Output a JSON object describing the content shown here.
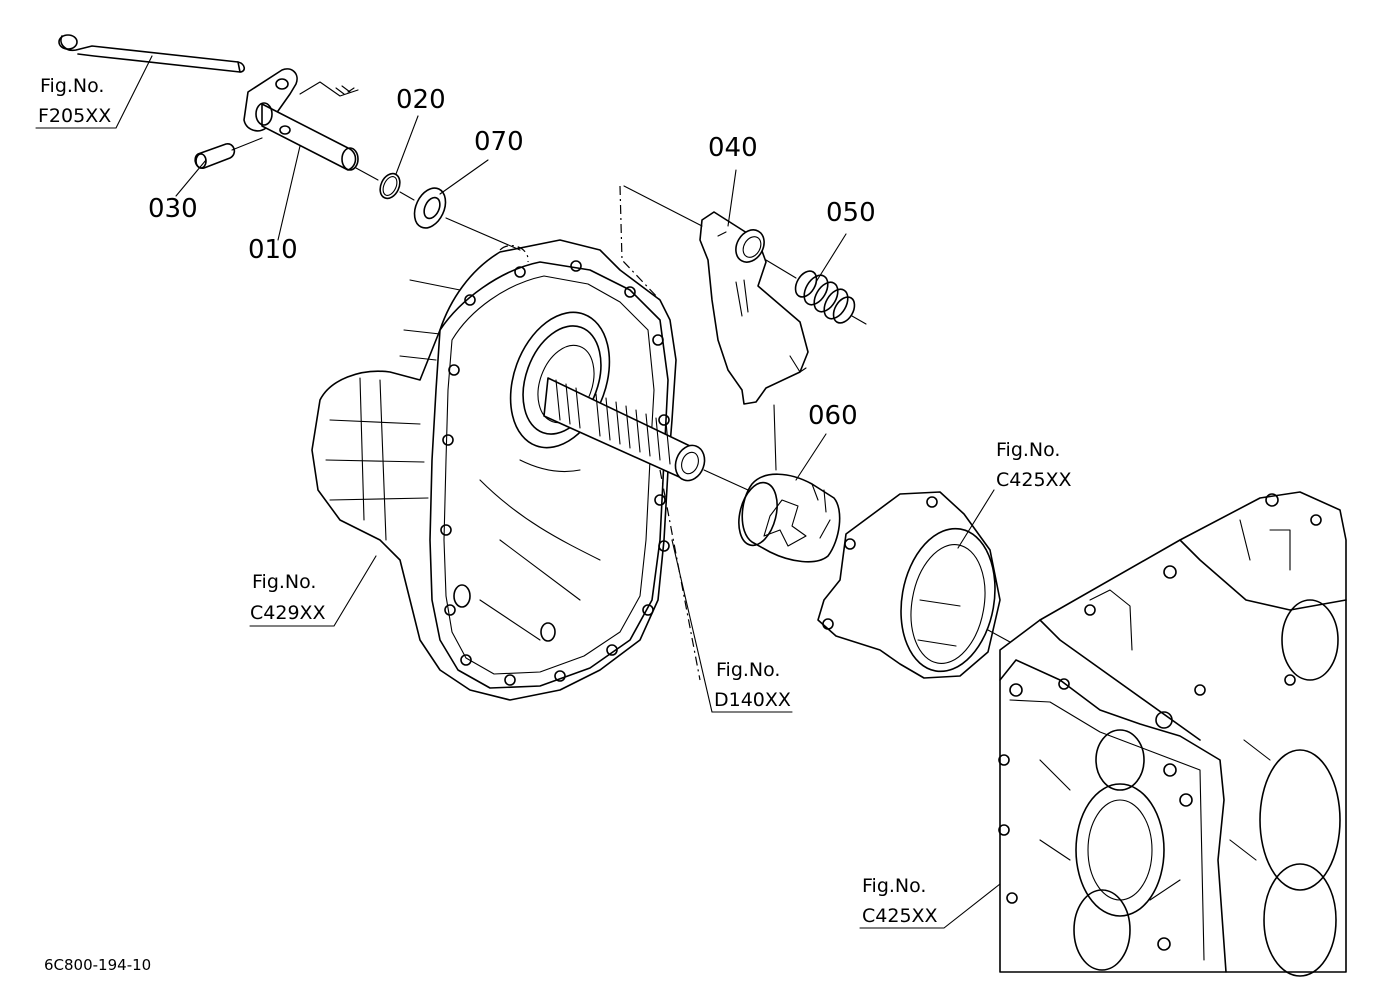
{
  "parts": [
    {
      "id": "part-010",
      "number": "010"
    },
    {
      "id": "part-020",
      "number": "020"
    },
    {
      "id": "part-030",
      "number": "030"
    },
    {
      "id": "part-040",
      "number": "040"
    },
    {
      "id": "part-050",
      "number": "050"
    },
    {
      "id": "part-060",
      "number": "060"
    },
    {
      "id": "part-070",
      "number": "070"
    }
  ],
  "figure_refs": [
    {
      "id": "fig-f205",
      "label": "Fig.No.",
      "code": "F205XX"
    },
    {
      "id": "fig-c429",
      "label": "Fig.No.",
      "code": "C429XX"
    },
    {
      "id": "fig-d140",
      "label": "Fig.No.",
      "code": "D140XX"
    },
    {
      "id": "fig-c425-upper",
      "label": "Fig.No.",
      "code": "C425XX"
    },
    {
      "id": "fig-c425-lower",
      "label": "Fig.No.",
      "code": "C425XX"
    }
  ],
  "drawing_code": "6C800-194-10"
}
